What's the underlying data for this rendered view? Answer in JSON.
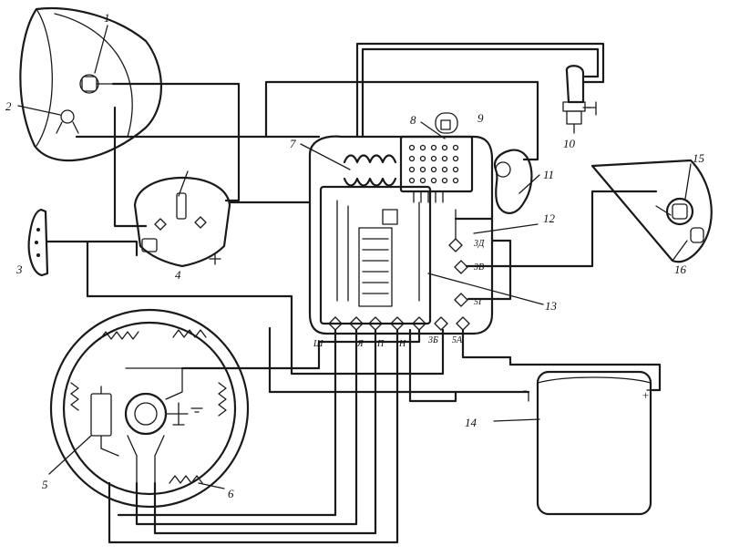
{
  "callouts": [
    "1",
    "2",
    "3",
    "4",
    "5",
    "6",
    "7",
    "8",
    "9",
    "10",
    "11",
    "12",
    "13",
    "14",
    "15",
    "16"
  ],
  "terminals": {
    "sh": "Ш",
    "ya": "Я",
    "p": "П",
    "n": "Н",
    "t3b": "3Б",
    "t5a": "5А",
    "t3v": "3В",
    "t5g": "5Г",
    "t3d": "3Д"
  },
  "battery": {
    "minus": "-",
    "plus": "+"
  }
}
